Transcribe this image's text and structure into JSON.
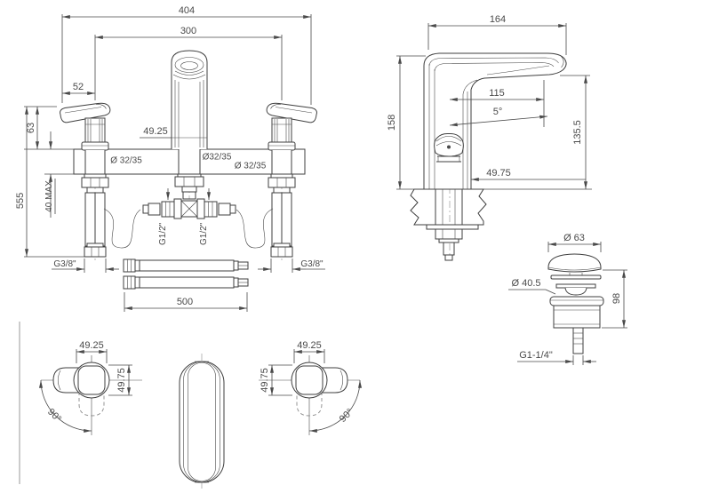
{
  "page": {
    "background": "#ffffff",
    "line_color": "#3f3f3f",
    "text_color": "#4a4a4a",
    "description": "Technical dimensional drawing of a 3-hole basin mixer faucet with flexible hoses, side view, pop-up waste drain and handle top views"
  },
  "front_view": {
    "overall_width": "404",
    "hole_spacing": "300",
    "handle_offset": "52",
    "handle_height": "63",
    "total_height": "555",
    "deck_thickness": "40 MAX",
    "spout_offset": "49.25",
    "hole_left": "Ø 32/35",
    "hole_center": "Ø32/35",
    "hole_right": "Ø 32/35",
    "tee_thread_left": "G1/2\"",
    "tee_thread_right": "G1/2\"",
    "supply_thread_left": "G3/8\"",
    "supply_thread_right": "G3/8\"",
    "hose_length": "500"
  },
  "side_view": {
    "spout_depth": "164",
    "spout_height": "158",
    "spout_reach": "115",
    "spout_angle": "5°",
    "outlet_height": "135.5",
    "body_depth": "49.75"
  },
  "drain_view": {
    "cap_diameter": "Ø 63",
    "flange_diameter": "Ø 40.5",
    "body_height": "98",
    "tail_thread": "G1-1/4\""
  },
  "top_view": {
    "left_handle": {
      "width": "49.25",
      "depth": "49.75",
      "rotation": "90°"
    },
    "right_handle": {
      "width": "49.25",
      "depth": "49.75",
      "rotation": "90°"
    }
  }
}
